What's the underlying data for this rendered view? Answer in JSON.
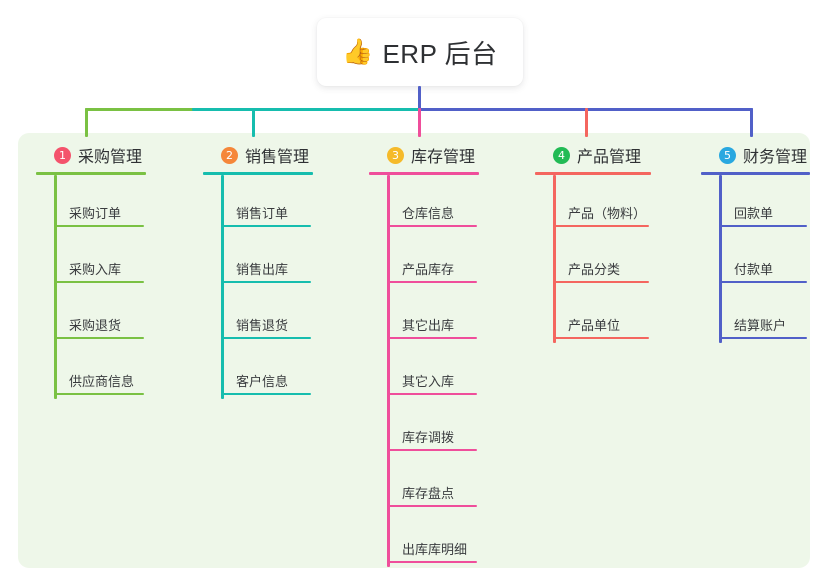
{
  "root": {
    "emoji": "👍",
    "emoji_name": "thumbs-up-icon",
    "title": "ERP 后台"
  },
  "palette": {
    "panel_bg": "#eef7e9",
    "page_bg": "#ffffff",
    "text": "#2f3134",
    "bus_left_green": "#7ac143",
    "bus_mid_teal": "#16bdae",
    "bus_right_blue": "#5160c8"
  },
  "columns": [
    {
      "index": "1",
      "label": "采购管理",
      "badge_color": "#f4536c",
      "line_color": "#7ac143",
      "items": [
        "采购订单",
        "采购入库",
        "采购退货",
        "供应商信息"
      ]
    },
    {
      "index": "2",
      "label": "销售管理",
      "badge_color": "#f5873a",
      "line_color": "#16bdae",
      "items": [
        "销售订单",
        "销售出库",
        "销售退货",
        "客户信息"
      ]
    },
    {
      "index": "3",
      "label": "库存管理",
      "badge_color": "#f5ba2a",
      "line_color": "#ef4e9b",
      "items": [
        "仓库信息",
        "产品库存",
        "其它出库",
        "其它入库",
        "库存调拨",
        "库存盘点",
        "出库库明细"
      ]
    },
    {
      "index": "4",
      "label": "产品管理",
      "badge_color": "#22bb55",
      "line_color": "#f4665f",
      "items": [
        "产品（物料）",
        "产品分类",
        "产品单位"
      ]
    },
    {
      "index": "5",
      "label": "财务管理",
      "badge_color": "#29a8e0",
      "line_color": "#5160c8",
      "items": [
        "回款单",
        "付款单",
        "结算账户"
      ]
    }
  ]
}
